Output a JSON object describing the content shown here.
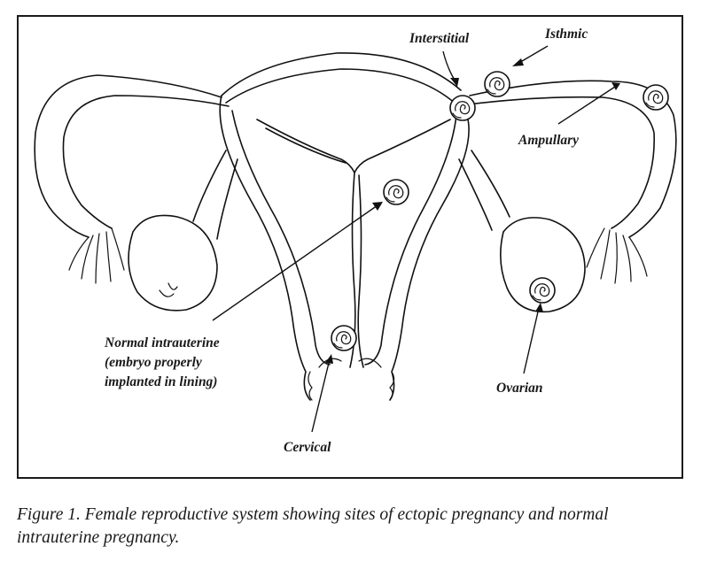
{
  "labels": {
    "interstitial": "Interstitial",
    "isthmic": "Isthmic",
    "ampullary": "Ampullary",
    "normal_line1": "Normal intrauterine",
    "normal_line2": "(embryo properly",
    "normal_line3": "implanted in lining)",
    "ovarian": "Ovarian",
    "cervical": "Cervical"
  },
  "caption": {
    "line1": "Figure 1. Female reproductive system showing sites of ectopic pregnancy and normal",
    "line2": "intrauterine pregnancy."
  },
  "icons": {
    "embryo": "embryo-spiral-icon",
    "arrow": "arrow-pointer-icon"
  }
}
